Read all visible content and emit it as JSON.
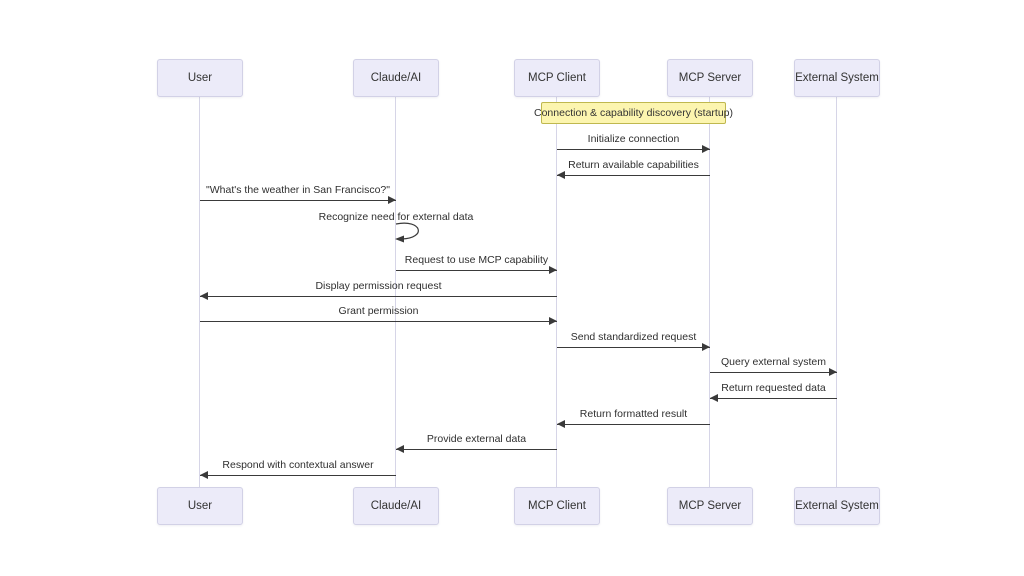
{
  "diagram_type": "sequence-diagram",
  "actors": [
    {
      "label": "User"
    },
    {
      "label": "Claude/AI"
    },
    {
      "label": "MCP Client"
    },
    {
      "label": "MCP Server"
    },
    {
      "label": "External System"
    }
  ],
  "note": {
    "text": "Connection & capability discovery (startup)",
    "over": [
      "MCP Client",
      "MCP Server"
    ]
  },
  "messages": [
    {
      "text": "Initialize connection",
      "from": "MCP Client",
      "to": "MCP Server",
      "direction": "right"
    },
    {
      "text": "Return available capabilities",
      "from": "MCP Server",
      "to": "MCP Client",
      "direction": "left"
    },
    {
      "text": "\"What's the weather in San Francisco?\"",
      "from": "User",
      "to": "Claude/AI",
      "direction": "right"
    },
    {
      "text": "Recognize need for external data",
      "from": "Claude/AI",
      "to": "Claude/AI",
      "direction": "self"
    },
    {
      "text": "Request to use MCP capability",
      "from": "Claude/AI",
      "to": "MCP Client",
      "direction": "right"
    },
    {
      "text": "Display permission request",
      "from": "MCP Client",
      "to": "User",
      "direction": "left"
    },
    {
      "text": "Grant permission",
      "from": "User",
      "to": "MCP Client",
      "direction": "right"
    },
    {
      "text": "Send standardized request",
      "from": "MCP Client",
      "to": "MCP Server",
      "direction": "right"
    },
    {
      "text": "Query external system",
      "from": "MCP Server",
      "to": "External System",
      "direction": "right"
    },
    {
      "text": "Return requested data",
      "from": "External System",
      "to": "MCP Server",
      "direction": "left"
    },
    {
      "text": "Return formatted result",
      "from": "MCP Server",
      "to": "MCP Client",
      "direction": "left"
    },
    {
      "text": "Provide external data",
      "from": "MCP Client",
      "to": "Claude/AI",
      "direction": "left"
    },
    {
      "text": "Respond with contextual answer",
      "from": "Claude/AI",
      "to": "User",
      "direction": "left"
    }
  ],
  "colors": {
    "background": "#FFFFFF",
    "actor_fill": "#ECEBF9",
    "actor_border": "#D2D1E6",
    "note_fill": "#FCF5AF",
    "note_border": "#BFB84F",
    "arrow": "#3A3A3A",
    "lifeline": "#D6D5E7",
    "text": "#333333"
  }
}
